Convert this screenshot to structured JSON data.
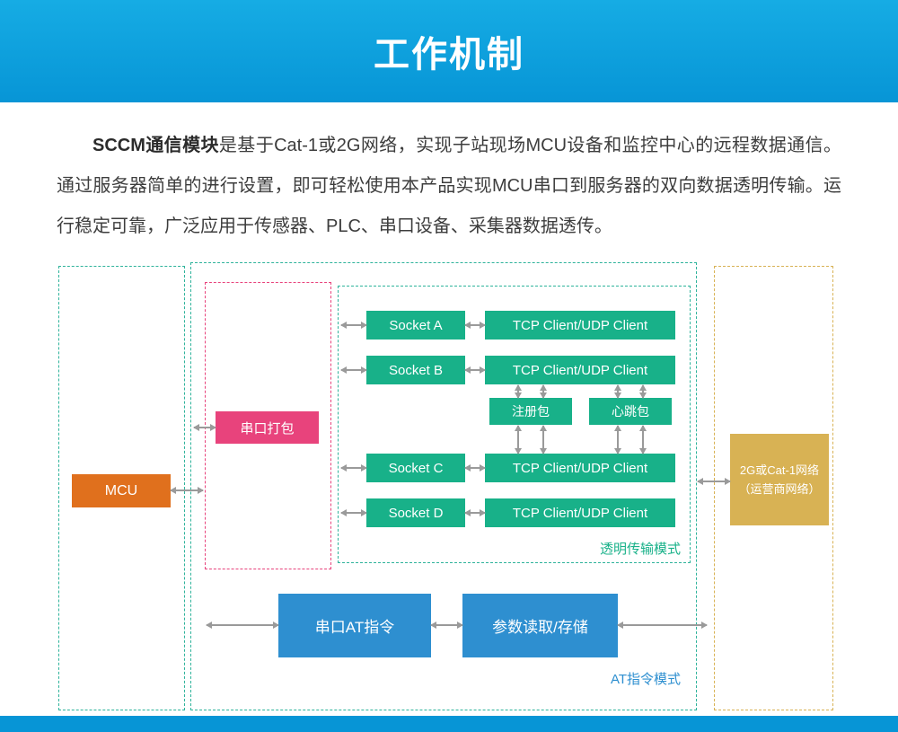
{
  "header": {
    "title": "工作机制"
  },
  "intro": {
    "bold": "SCCM通信模块",
    "text": "是基于Cat-1或2G网络，实现子站现场MCU设备和监控中心的远程数据通信。通过服务器简单的进行设置，即可轻松使用本产品实现MCU串口到服务器的双向数据透明传输。运行稳定可靠，广泛应用于传感器、PLC、串口设备、采集器数据透传。"
  },
  "diagram": {
    "mcu": "MCU",
    "serial_pack": "串口打包",
    "sockets": [
      "Socket A",
      "Socket B",
      "Socket C",
      "Socket D"
    ],
    "tcp_client": "TCP Client/UDP Client",
    "register_packet": "注册包",
    "heartbeat_packet": "心跳包",
    "transparent_mode_label": "透明传输模式",
    "at_command": "串口AT指令",
    "param_storage": "参数读取/存储",
    "at_mode_label": "AT指令模式",
    "network_line1": "2G或Cat-1网络",
    "network_line2": "（运营商网络）"
  },
  "colors": {
    "c-header1": "#16ace4",
    "c-header2": "#0795d6",
    "c-green": "#18b189",
    "c-pink": "#e8437c",
    "c-orange": "#e0701d",
    "c-tan": "#d8b254",
    "c-blue": "#2e8fd0",
    "c-teal": "#2eb39b",
    "c-arrow": "#9a9a9a",
    "c-text": "#3d3d3d"
  }
}
